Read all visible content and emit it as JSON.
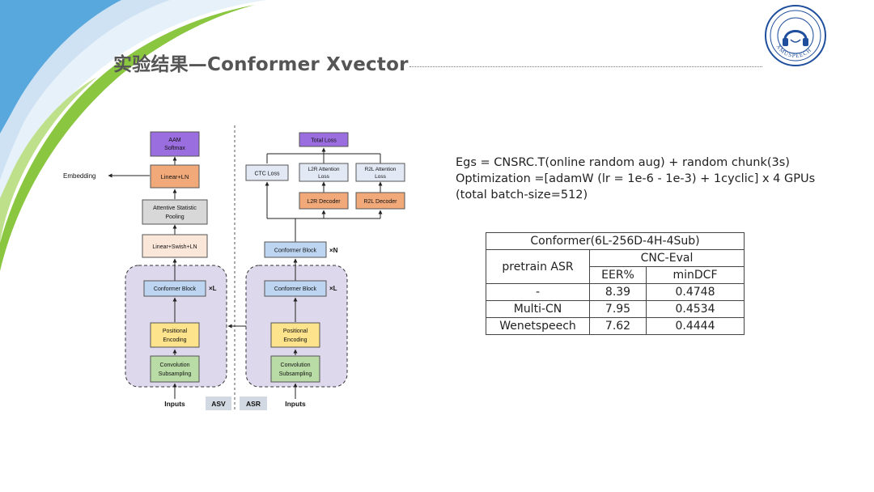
{
  "slide": {
    "title": "实验结果—Conformer Xvector"
  },
  "logo": {
    "ring_text": "XMUSPEECH",
    "icon": "headphones-icon",
    "color": "#1f4f9c"
  },
  "diagram": {
    "asv": {
      "aam": [
        "AAM",
        "Softmax"
      ],
      "linear_ln": "Linear+LN",
      "embedding": "Embedding",
      "pooling": [
        "Attentive Statistic",
        "Pooling"
      ],
      "linear_swish": "Linear+Swish+LN",
      "conformer": "Conformer Block",
      "conformer_mult": "×L",
      "positional": [
        "Positional",
        "Encoding"
      ],
      "conv": [
        "Convolution",
        "Subsampling"
      ],
      "inputs": "Inputs",
      "tag": "ASV"
    },
    "asr": {
      "total_loss": "Total Loss",
      "ctc_loss": "CTC Loss",
      "l2r_loss": [
        "L2R Attention",
        "Loss"
      ],
      "r2l_loss": [
        "R2L Attention",
        "Loss"
      ],
      "l2r_decoder": "L2R Decoder",
      "r2l_decoder": "R2L Decoder",
      "conformer_top": "Conformer Block",
      "conformer_top_mult": "×N",
      "conformer": "Conformer Block",
      "conformer_mult": "×L",
      "positional": [
        "Positional",
        "Encoding"
      ],
      "conv": [
        "Convolution",
        "Subsampling"
      ],
      "inputs": "Inputs",
      "tag": "ASR"
    }
  },
  "notes": {
    "egs": "Egs = CNSRC.T(online random aug) + random chunk(3s)",
    "optimization": "Optimization =[adamW (lr = 1e-6 - 1e-3) + 1cyclic] x 4 GPUs",
    "batch": "(total batch-size=512)"
  },
  "table": {
    "title": "Conformer(6L-256D-4H-4Sub)",
    "row_header": "pretrain ASR",
    "group": "CNC-Eval",
    "col_eer": "EER%",
    "col_mindcf": "minDCF",
    "rows": [
      {
        "pretrain": "-",
        "eer": "8.39",
        "mindcf": "0.4748"
      },
      {
        "pretrain": "Multi-CN",
        "eer": "7.95",
        "mindcf": "0.4534"
      },
      {
        "pretrain": "Wenetspeech",
        "eer": "7.62",
        "mindcf": "0.4444"
      }
    ]
  }
}
